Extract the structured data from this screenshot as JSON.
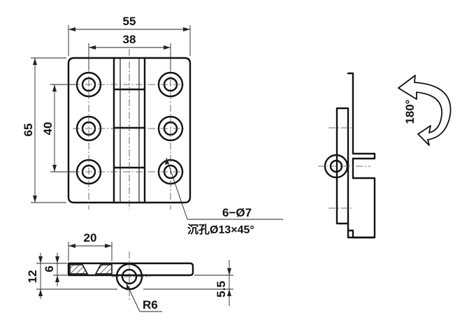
{
  "front_view": {
    "dim_overall_width": "55",
    "dim_hole_spacing_x": "38",
    "dim_overall_height": "65",
    "dim_hole_spacing_y": "40"
  },
  "callout": {
    "holes": "6−Ø7",
    "countersink": "沉孔Ø13×45°"
  },
  "section_view": {
    "dim_countersink_width": "20",
    "dim_thickness_total": "12",
    "dim_thickness_leaf": "6",
    "dim_offset": "5.5",
    "dim_radius": "R6"
  },
  "rotation": {
    "angle": "180°"
  }
}
